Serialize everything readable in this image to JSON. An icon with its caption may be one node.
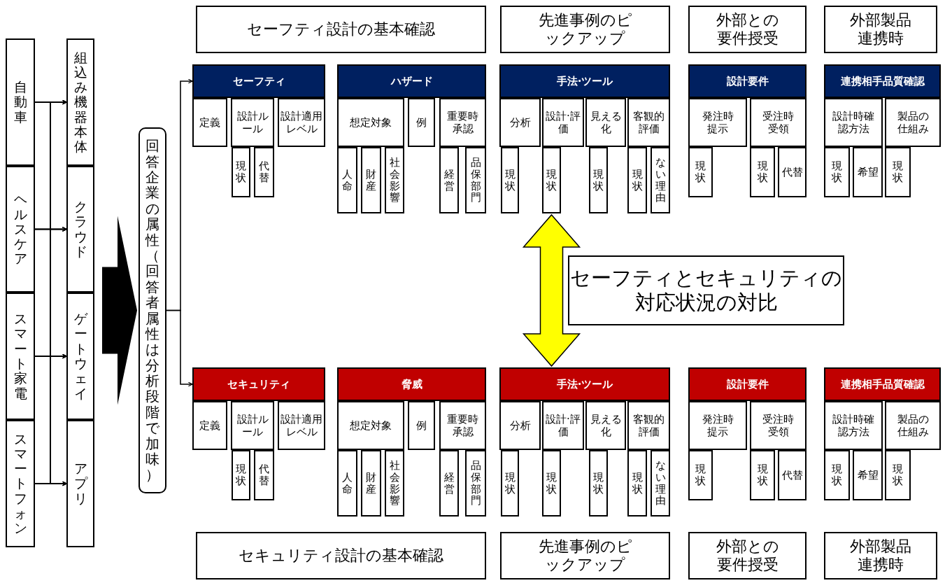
{
  "diagram": {
    "nodes": [
      {
        "text": [
          "自動車"
        ]
      },
      {
        "text": [
          "ヘルスケア"
        ]
      },
      {
        "text": [
          "スマート家電"
        ]
      },
      {
        "text": [
          "スマートフォン"
        ]
      },
      {
        "text": [
          "組込み機器本体"
        ]
      },
      {
        "text": [
          "クラウド"
        ]
      },
      {
        "text": [
          "ゲートウェイ"
        ]
      },
      {
        "text": [
          "アプリ"
        ]
      },
      {
        "text": [
          "回答企業の属性（回答者属性は分析段階で加味）"
        ]
      },
      {
        "text": [
          "セーフティ設計の基本確認"
        ]
      },
      {
        "text": [
          "先進事例のピックアップ"
        ]
      },
      {
        "text": [
          "外部との要件授受"
        ]
      },
      {
        "text": [
          "外部製品連携時"
        ]
      },
      {
        "text": [
          "セーフティ"
        ]
      },
      {
        "text": [
          "定義"
        ]
      },
      {
        "text": [
          "設計ルール"
        ]
      },
      {
        "text": [
          "設計適用レベル"
        ]
      },
      {
        "text": [
          "現状"
        ]
      },
      {
        "text": [
          "代替"
        ]
      },
      {
        "text": [
          "ハザード"
        ]
      },
      {
        "text": [
          "想定対象"
        ]
      },
      {
        "text": [
          "例"
        ]
      },
      {
        "text": [
          "重要時承認"
        ]
      },
      {
        "text": [
          "人命"
        ]
      },
      {
        "text": [
          "財産"
        ]
      },
      {
        "text": [
          "社会影響"
        ]
      },
      {
        "text": [
          "経営"
        ]
      },
      {
        "text": [
          "品保部門"
        ]
      },
      {
        "text": [
          "手法·ツール"
        ]
      },
      {
        "text": [
          "分析"
        ]
      },
      {
        "text": [
          "設計·評価"
        ]
      },
      {
        "text": [
          "見える化"
        ]
      },
      {
        "text": [
          "客観的評価"
        ]
      },
      {
        "text": [
          "現状"
        ]
      },
      {
        "text": [
          "現状"
        ]
      },
      {
        "text": [
          "現状"
        ]
      },
      {
        "text": [
          "現状"
        ]
      },
      {
        "text": [
          "ない理由"
        ]
      },
      {
        "text": [
          "設計要件"
        ]
      },
      {
        "text": [
          "発注時提示"
        ]
      },
      {
        "text": [
          "受注時受領"
        ]
      },
      {
        "text": [
          "現状"
        ]
      },
      {
        "text": [
          "現状"
        ]
      },
      {
        "text": [
          "代替"
        ]
      },
      {
        "text": [
          "連携相手品質確認"
        ]
      },
      {
        "text": [
          "設計時確認方法"
        ]
      },
      {
        "text": [
          "製品の仕組み"
        ]
      },
      {
        "text": [
          "現状"
        ]
      },
      {
        "text": [
          "希望"
        ]
      },
      {
        "text": [
          "現状"
        ]
      },
      {
        "text": [
          "セーフティとセキュリティの対応状況の対比"
        ]
      },
      {
        "text": [
          "セキュリティ"
        ]
      },
      {
        "text": [
          "定義"
        ]
      },
      {
        "text": [
          "設計ルール"
        ]
      },
      {
        "text": [
          "設計適用レベル"
        ]
      },
      {
        "text": [
          "現状"
        ]
      },
      {
        "text": [
          "代替"
        ]
      },
      {
        "text": [
          "脅威"
        ]
      },
      {
        "text": [
          "想定対象"
        ]
      },
      {
        "text": [
          "例"
        ]
      },
      {
        "text": [
          "重要時承認"
        ]
      },
      {
        "text": [
          "人命"
        ]
      },
      {
        "text": [
          "財産"
        ]
      },
      {
        "text": [
          "社会影響"
        ]
      },
      {
        "text": [
          "経営"
        ]
      },
      {
        "text": [
          "品保部門"
        ]
      },
      {
        "text": [
          "手法·ツール"
        ]
      },
      {
        "text": [
          "分析"
        ]
      },
      {
        "text": [
          "設計·評価"
        ]
      },
      {
        "text": [
          "見える化"
        ]
      },
      {
        "text": [
          "客観的評価"
        ]
      },
      {
        "text": [
          "現状"
        ]
      },
      {
        "text": [
          "現状"
        ]
      },
      {
        "text": [
          "現状"
        ]
      },
      {
        "text": [
          "現状"
        ]
      },
      {
        "text": [
          "ない理由"
        ]
      },
      {
        "text": [
          "設計要件"
        ]
      },
      {
        "text": [
          "発注時提示"
        ]
      },
      {
        "text": [
          "受注時受領"
        ]
      },
      {
        "text": [
          "現状"
        ]
      },
      {
        "text": [
          "現状"
        ]
      },
      {
        "text": [
          "代替"
        ]
      },
      {
        "text": [
          "連携相手品質確認"
        ]
      },
      {
        "text": [
          "設計時確認方法"
        ]
      },
      {
        "text": [
          "製品の仕組み"
        ]
      },
      {
        "text": [
          "現状"
        ]
      },
      {
        "text": [
          "希望"
        ]
      },
      {
        "text": [
          "現状"
        ]
      },
      {
        "text": [
          "セキュリティ設計の基本確認"
        ]
      },
      {
        "text": [
          "先進事例のピックアップ"
        ]
      },
      {
        "text": [
          "外部との要件授受"
        ]
      },
      {
        "text": [
          "外部製品連携時"
        ]
      }
    ],
    "edges": [
      {
        "from": 0,
        "to": 4,
        "arrow": "to"
      },
      {
        "from": 0,
        "to": 5,
        "arrow": "to"
      },
      {
        "from": 0,
        "to": 6,
        "arrow": "to"
      },
      {
        "from": 0,
        "to": 7,
        "arrow": "to"
      },
      {
        "from": 1,
        "to": 4,
        "arrow": "to"
      },
      {
        "from": 1,
        "to": 5,
        "arrow": "to"
      },
      {
        "from": 1,
        "to": 6,
        "arrow": "to"
      },
      {
        "from": 1,
        "to": 7,
        "arrow": "to"
      },
      {
        "from": 2,
        "to": 4,
        "arrow": "to"
      },
      {
        "from": 2,
        "to": 5,
        "arrow": "to"
      },
      {
        "from": 2,
        "to": 6,
        "arrow": "to"
      },
      {
        "from": 2,
        "to": 7,
        "arrow": "to"
      },
      {
        "from": 3,
        "to": 4,
        "arrow": "to"
      },
      {
        "from": 3,
        "to": 5,
        "arrow": "to"
      },
      {
        "from": 3,
        "to": 6,
        "arrow": "to"
      },
      {
        "from": 3,
        "to": 7,
        "arrow": "to"
      },
      {
        "from": null,
        "to": 8,
        "arrow": "to",
        "style": "thick"
      },
      {
        "from": 8,
        "to": 13,
        "arrow": "to"
      },
      {
        "from": 8,
        "to": 51,
        "arrow": "to"
      },
      {
        "from": 34,
        "to": 66,
        "arrow": "both",
        "style": "thick",
        "color": "#ffff00"
      }
    ]
  }
}
